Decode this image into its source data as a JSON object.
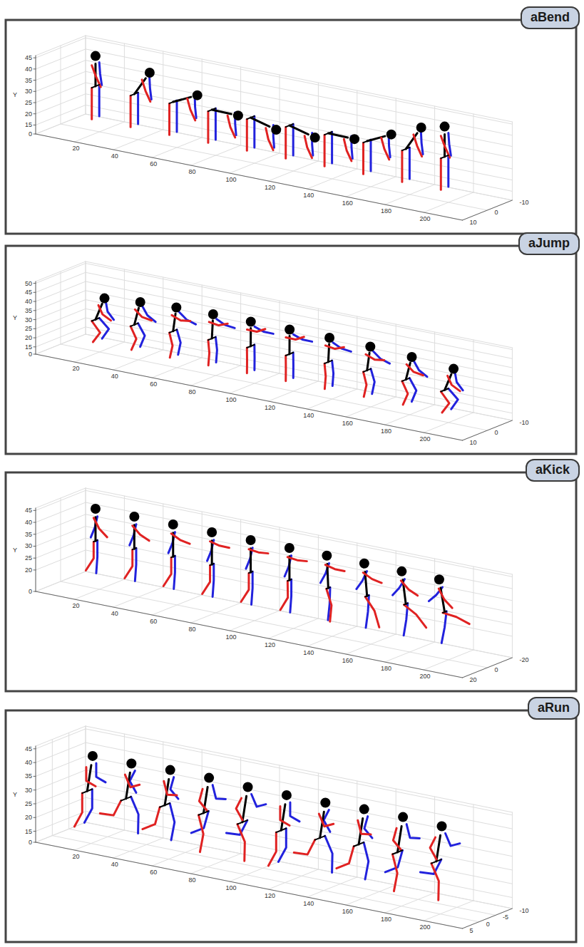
{
  "diagram": {
    "nodes": [
      {
        "text": [
          "aBend"
        ]
      },
      {
        "text": [
          "aJump"
        ]
      },
      {
        "text": [
          "aKick"
        ]
      },
      {
        "text": [
          "aRun"
        ]
      }
    ],
    "labels": [
      "Y",
      "45",
      "40",
      "35",
      "30",
      "25",
      "20",
      "15",
      "0",
      "20",
      "40",
      "60",
      "80",
      "100",
      "120",
      "140",
      "160",
      "180",
      "200",
      "10",
      "0",
      "-10",
      "Y",
      "50",
      "45",
      "40",
      "35",
      "30",
      "25",
      "20",
      "15",
      "0",
      "20",
      "40",
      "60",
      "80",
      "100",
      "120",
      "140",
      "160",
      "180",
      "200",
      "10",
      "0",
      "-10",
      "Y",
      "45",
      "40",
      "35",
      "30",
      "25",
      "20",
      "0",
      "20",
      "40",
      "60",
      "80",
      "100",
      "120",
      "140",
      "160",
      "180",
      "200",
      "20",
      "0",
      "-20",
      "Y",
      "45",
      "40",
      "35",
      "30",
      "25",
      "20",
      "15",
      "0",
      "20",
      "40",
      "60",
      "80",
      "100",
      "120",
      "140",
      "160",
      "180",
      "200",
      "5",
      "0",
      "-5",
      "-10"
    ]
  }
}
